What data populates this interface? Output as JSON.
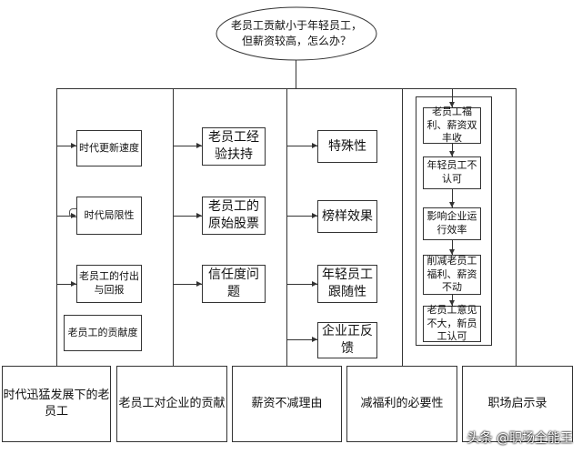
{
  "root": "老员工贡献小于年轻员工，但薪资较高，怎么办？",
  "columns": [
    {
      "label": "时代迅猛发展下的老员工",
      "children": [
        "时代更新速度",
        "时代局限性",
        "老员工的付出与回报"
      ]
    },
    {
      "label": "老员工对企业的贡献",
      "children": [
        "老员工经验扶持",
        "老员工的原始股票",
        "信任度问题"
      ]
    },
    {
      "label": "薪资不减理由",
      "children": [
        "特殊性",
        "榜样效果",
        "年轻员工跟随性",
        "企业正反馈"
      ]
    },
    {
      "label": "减福利的必要性",
      "children": []
    },
    {
      "label": "职场启示录",
      "children": [
        "老员工福利、薪资双丰收",
        "年轻员工不认可",
        "影响企业运行效率",
        "削减老员工福利、薪资不动",
        "老员工意见不大，新员工认可"
      ]
    }
  ],
  "extra_node": "老员工的贡献度",
  "watermark": "头条 @职场全能王"
}
